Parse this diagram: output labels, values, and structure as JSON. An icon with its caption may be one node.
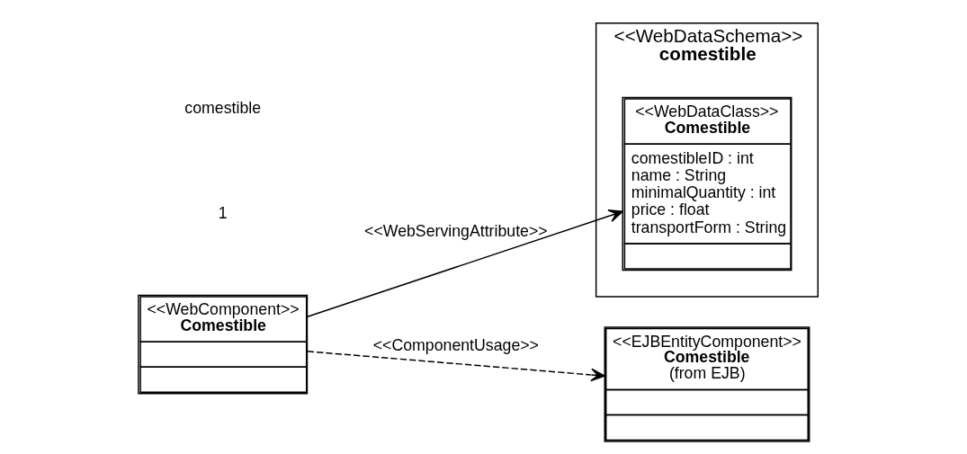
{
  "diagram": {
    "nodes": [
      {
        "text": [
          "<<WebDataSchema>>",
          "comestible"
        ]
      },
      {
        "text": [
          "<<WebDataClass>>",
          "Comestible",
          "comestibleID : int",
          "name : String",
          "minimalQuantity : int",
          "price : float",
          "transportForm : String"
        ],
        "in": 0
      },
      {
        "text": [
          "<<WebComponent>>",
          "Comestible"
        ]
      },
      {
        "text": [
          "<<EJBEntityComponent>>",
          "Comestible",
          "(from EJB)"
        ]
      }
    ],
    "edges": [
      {
        "from": 2,
        "to": 1,
        "arrow": "to",
        "label": "<<WebServingAttribute>>"
      },
      {
        "from": 2,
        "to": 3,
        "arrow": "to",
        "label": "<<ComponentUsage>>",
        "style": "dashed"
      }
    ],
    "labels": [
      "1",
      "comestible"
    ]
  }
}
